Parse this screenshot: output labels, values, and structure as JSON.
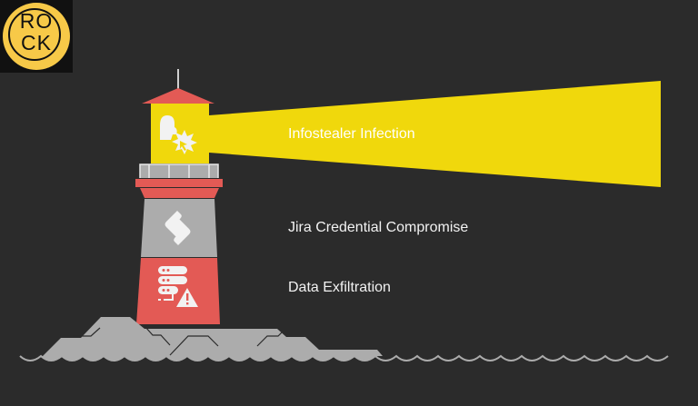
{
  "logo": {
    "line1": "RO",
    "line2": "CK",
    "text": "ROCK",
    "color": "#f7c948"
  },
  "stages": [
    {
      "label": "Infostealer Infection",
      "icon": "infostealer-icon",
      "section": "lantern"
    },
    {
      "label": "Jira Credential Compromise",
      "icon": "jira-icon",
      "section": "upper-tower"
    },
    {
      "label": "Data Exfiltration",
      "icon": "server-warning-icon",
      "section": "lower-tower"
    }
  ],
  "colors": {
    "background": "#2b2b2b",
    "beam": "#f0d80c",
    "lighthouse_red": "#e35a55",
    "lighthouse_gray": "#acacac",
    "icon_white": "#f2f2f2",
    "rocks": "#acacac",
    "water_line": "#acacac"
  }
}
